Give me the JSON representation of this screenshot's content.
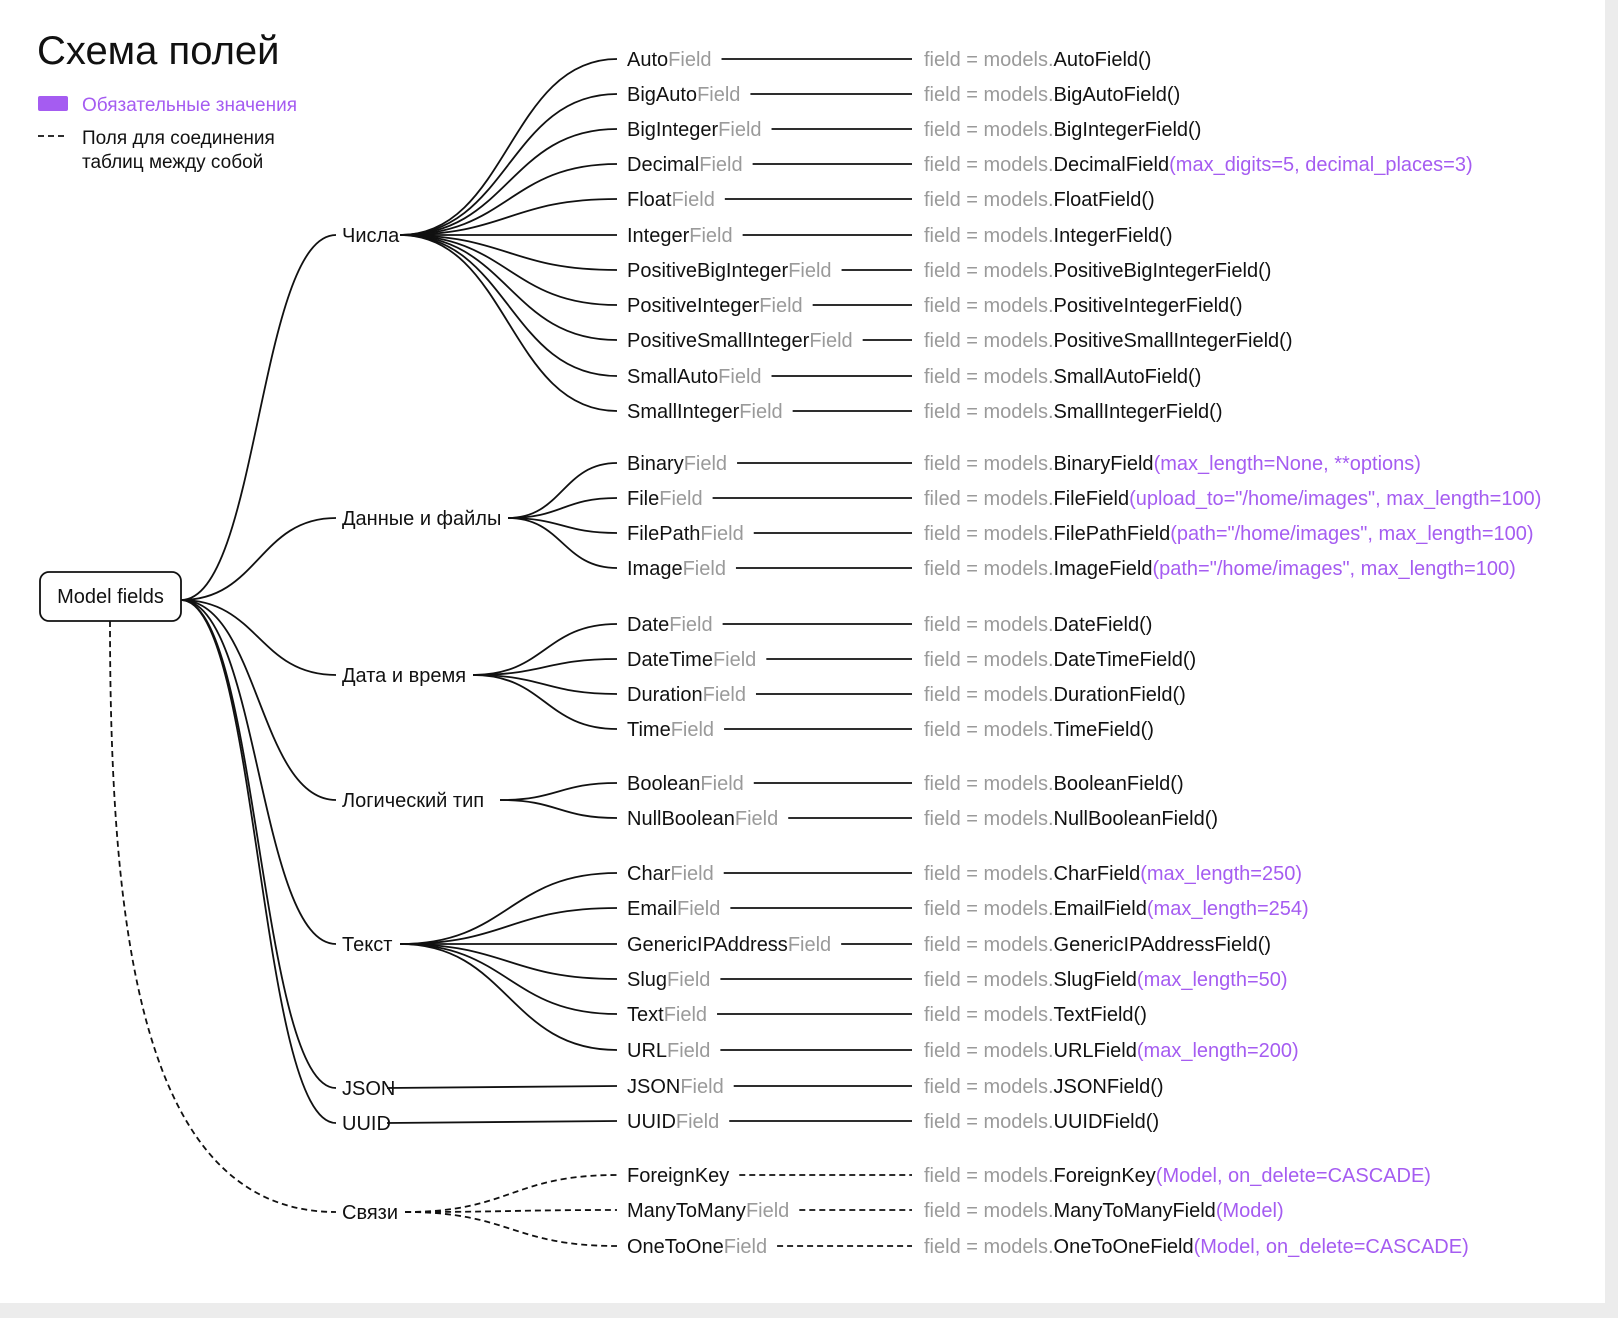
{
  "title": "Схема полей",
  "legend": {
    "required_values": "Обязательные значения",
    "relations_note_line1": "Поля для соединения",
    "relations_note_line2": "таблиц между собой"
  },
  "colors": {
    "accent_purple": "#a55cf1",
    "muted_gray": "#9a9a9a",
    "text": "#111111"
  },
  "root": "Model fields",
  "categories": [
    {
      "label": "Числа",
      "dashed": false,
      "fields": [
        {
          "name": "Auto",
          "suffix": "Field",
          "prefix": "field = models.",
          "call": "AutoField",
          "args": "",
          "close": "()"
        },
        {
          "name": "BigAuto",
          "suffix": "Field",
          "prefix": "field = models.",
          "call": "BigAutoField",
          "args": "",
          "close": "()"
        },
        {
          "name": "BigInteger",
          "suffix": "Field",
          "prefix": "field = models.",
          "call": "BigIntegerField",
          "args": "",
          "close": "()"
        },
        {
          "name": "Decimal",
          "suffix": "Field",
          "prefix": "field = models.",
          "call": "DecimalField",
          "args": "max_digits=5, decimal_places=3",
          "close": "()"
        },
        {
          "name": "Float",
          "suffix": "Field",
          "prefix": "field = models.",
          "call": "FloatField",
          "args": "",
          "close": "()"
        },
        {
          "name": "Integer",
          "suffix": "Field",
          "prefix": "field = models.",
          "call": "IntegerField",
          "args": "",
          "close": "()"
        },
        {
          "name": "PositiveBigInteger",
          "suffix": "Field",
          "prefix": "field = models.",
          "call": "PositiveBigIntegerField",
          "args": "",
          "close": "()"
        },
        {
          "name": "PositiveInteger",
          "suffix": "Field",
          "prefix": "field = models.",
          "call": "PositiveIntegerField",
          "args": "",
          "close": "()"
        },
        {
          "name": "PositiveSmallInteger",
          "suffix": "Field",
          "prefix": "field = models.",
          "call": "PositiveSmallIntegerField",
          "args": "",
          "close": "()"
        },
        {
          "name": "SmallAuto",
          "suffix": "Field",
          "prefix": "field = models.",
          "call": "SmallAutoField",
          "args": "",
          "close": "()"
        },
        {
          "name": "SmallInteger",
          "suffix": "Field",
          "prefix": "field = models.",
          "call": "SmallIntegerField",
          "args": "",
          "close": "()"
        }
      ]
    },
    {
      "label": "Данные и файлы",
      "dashed": false,
      "fields": [
        {
          "name": "Binary",
          "suffix": "Field",
          "prefix": "field = models.",
          "call": "BinaryField",
          "args": "max_length=None, **options",
          "close": "()"
        },
        {
          "name": "File",
          "suffix": "Field",
          "prefix": "filed = models.",
          "call": "FileField",
          "args": "upload_to=\"/home/images\", max_length=100",
          "close": "()"
        },
        {
          "name": "FilePath",
          "suffix": "Field",
          "prefix": "field = models.",
          "call": "FilePathField",
          "args": "path=\"/home/images\", max_length=100",
          "close": "()"
        },
        {
          "name": "Image",
          "suffix": "Field",
          "prefix": "field = models.",
          "call": "ImageField",
          "args": "path=\"/home/images\", max_length=100",
          "close": "()"
        }
      ]
    },
    {
      "label": "Дата и время",
      "dashed": false,
      "fields": [
        {
          "name": "Date",
          "suffix": "Field",
          "prefix": "field = models.",
          "call": "DateField",
          "args": "",
          "close": "()"
        },
        {
          "name": "DateTime",
          "suffix": "Field",
          "prefix": "field = models.",
          "call": "DateTimeField",
          "args": "",
          "close": "()"
        },
        {
          "name": "Duration",
          "suffix": "Field",
          "prefix": "field = models.",
          "call": "DurationField",
          "args": "",
          "close": "()"
        },
        {
          "name": "Time",
          "suffix": "Field",
          "prefix": "field = models.",
          "call": "TimeField",
          "args": "",
          "close": "()"
        }
      ]
    },
    {
      "label": "Логический тип",
      "dashed": false,
      "fields": [
        {
          "name": "Boolean",
          "suffix": "Field",
          "prefix": "field = models.",
          "call": "BooleanField",
          "args": "",
          "close": "()"
        },
        {
          "name": "NullBoolean",
          "suffix": "Field",
          "prefix": "field = models.",
          "call": "NullBooleanField",
          "args": "",
          "close": "()"
        }
      ]
    },
    {
      "label": "Текст",
      "dashed": false,
      "fields": [
        {
          "name": "Char",
          "suffix": "Field",
          "prefix": "field = models.",
          "call": "CharField",
          "args": "max_length=250",
          "close": "()"
        },
        {
          "name": "Email",
          "suffix": "Field",
          "prefix": "field = models.",
          "call": "EmailField",
          "args": "max_length=254",
          "close": "()"
        },
        {
          "name": "GenericIPAddress",
          "suffix": "Field",
          "prefix": "field = models.",
          "call": "GenericIPAddressField",
          "args": "",
          "close": "()"
        },
        {
          "name": "Slug",
          "suffix": "Field",
          "prefix": "field = models.",
          "call": "SlugField",
          "args": "max_length=50",
          "close": "()"
        },
        {
          "name": "Text",
          "suffix": "Field",
          "prefix": "field = models.",
          "call": "TextField",
          "args": "",
          "close": "()"
        },
        {
          "name": "URL",
          "suffix": "Field",
          "prefix": "field = models.",
          "call": "URLField",
          "args": "max_length=200",
          "close": "()"
        }
      ]
    },
    {
      "label": "JSON",
      "dashed": false,
      "fields": [
        {
          "name": "JSON",
          "suffix": "Field",
          "prefix": "field = models.",
          "call": "JSONField",
          "args": "",
          "close": "()"
        }
      ]
    },
    {
      "label": "UUID",
      "dashed": false,
      "fields": [
        {
          "name": "UUID",
          "suffix": "Field",
          "prefix": "field = models.",
          "call": "UUIDField",
          "args": "",
          "close": "()"
        }
      ]
    },
    {
      "label": "Связи",
      "dashed": true,
      "fields": [
        {
          "name": "ForeignKey",
          "suffix": "",
          "prefix": "field = models.",
          "call": "ForeignKey",
          "args": "Model, on_delete=CASCADE",
          "close": "()"
        },
        {
          "name": "ManyToMany",
          "suffix": "Field",
          "prefix": "field = models.",
          "call": "ManyToManyField",
          "args": "Model",
          "close": "()"
        },
        {
          "name": "OneToOne",
          "suffix": "Field",
          "prefix": "field = models.",
          "call": "OneToOneField",
          "args": "Model, on_delete=CASCADE",
          "close": "()"
        }
      ]
    }
  ]
}
